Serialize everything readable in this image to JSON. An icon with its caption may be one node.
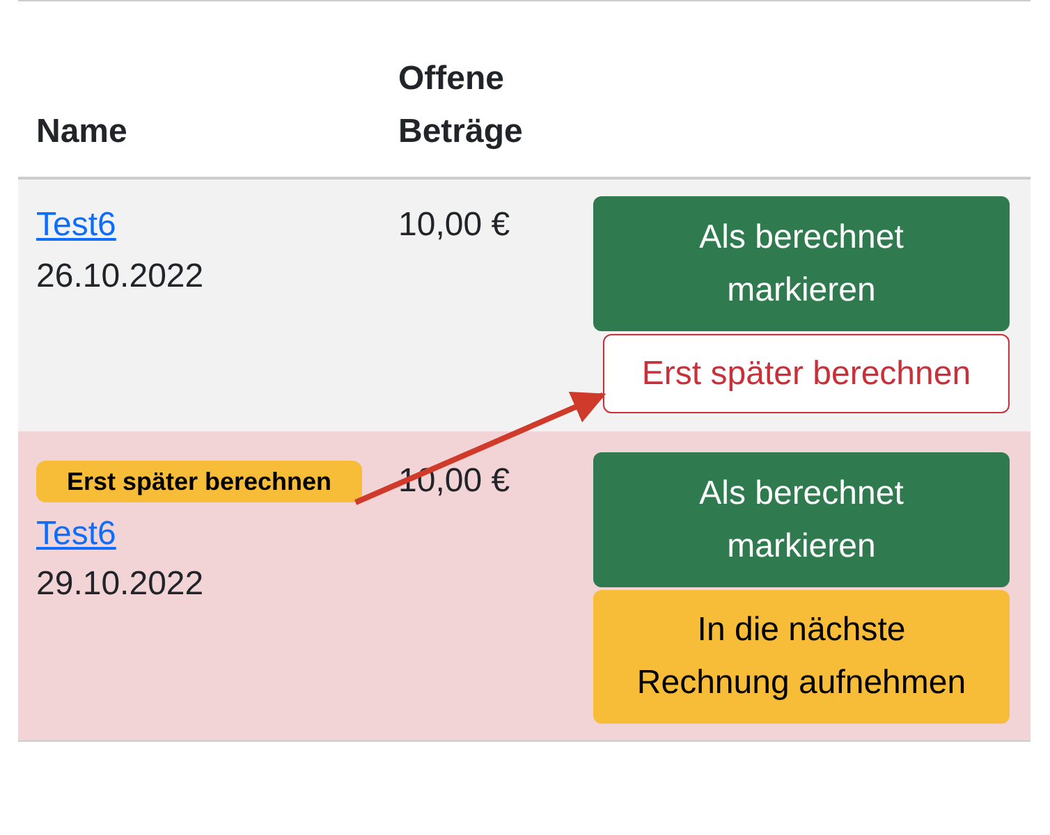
{
  "diagram": {
    "nodes": [
      {
        "text": [
          "Test6",
          "26.10.2022",
          "10,00 €"
        ]
      },
      {
        "text": [
          "Als berechnet markieren"
        ],
        "in": 0
      },
      {
        "text": [
          "Erst später berechnen"
        ],
        "in": 0
      },
      {
        "text": [
          "Test6",
          "29.10.2022",
          "10,00 €"
        ]
      },
      {
        "text": [
          "Erst später berechnen"
        ],
        "in": 3
      },
      {
        "text": [
          "Als berechnet markieren"
        ],
        "in": 3
      },
      {
        "text": [
          "In die nächste Rechnung aufnehmen"
        ],
        "in": 3
      }
    ],
    "edges": [
      {
        "from": 4,
        "to": 2,
        "arrow": "to",
        "color": "#d03a2a"
      }
    ],
    "labels": [
      "Name",
      "Offene Beträge"
    ]
  }
}
